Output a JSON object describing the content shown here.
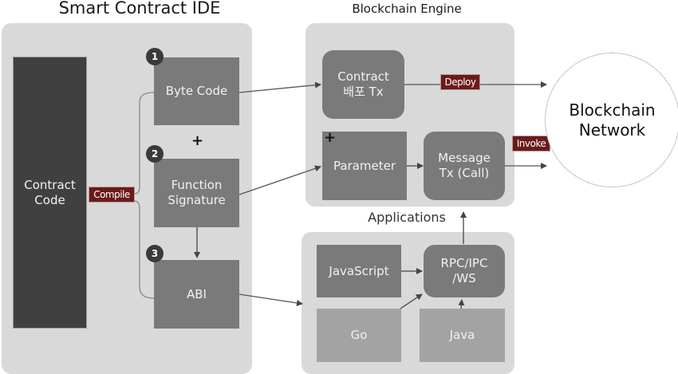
{
  "sections": {
    "ide": {
      "title": "Smart Contract IDE"
    },
    "engine": {
      "title": "Blockchain Engine"
    },
    "applications": {
      "title": "Applications"
    }
  },
  "ide": {
    "contract_code": "Contract\nCode",
    "compile_tag": "Compile",
    "steps": [
      {
        "number": "1",
        "label": "Byte Code"
      },
      {
        "number": "2",
        "label": "Function\nSignature"
      },
      {
        "number": "3",
        "label": "ABI"
      }
    ],
    "plus_symbol": "+"
  },
  "engine": {
    "contract_tx": "Contract\n배포 Tx",
    "deploy_tag": "Deploy",
    "parameter": "Parameter",
    "parameter_plus": "+",
    "message_tx": "Message\nTx (Call)",
    "invoke_tag": "Invoke"
  },
  "applications": {
    "javascript": "JavaScript",
    "rpc": "RPC/IPC\n/WS",
    "go": "Go",
    "java": "Java"
  },
  "network": {
    "label": "Blockchain\nNetwork"
  },
  "colors": {
    "panel_bg": "#d9d9d9",
    "contract_code_bg": "#404040",
    "box_mid": "#7a7a7a",
    "box_light": "#a3a3a3",
    "tag_bg": "#6b1a1a"
  }
}
